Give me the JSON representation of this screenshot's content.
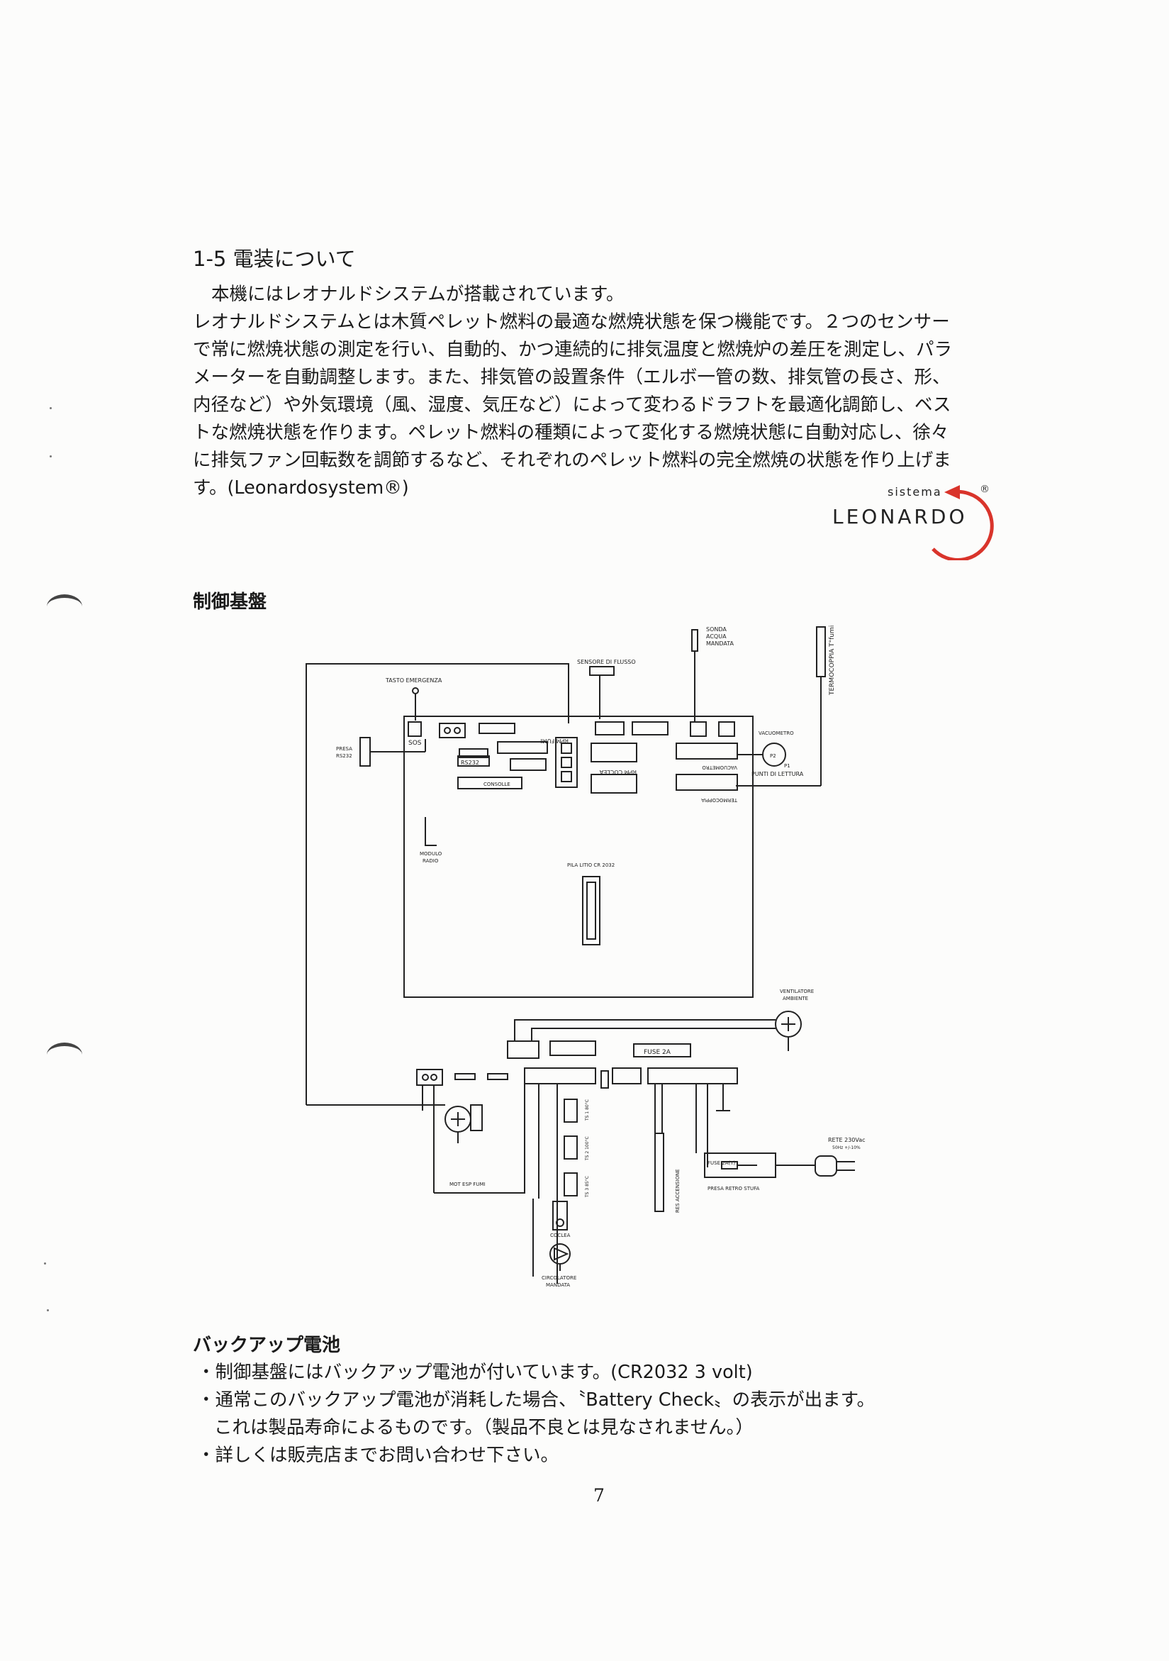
{
  "section": {
    "title": "1-5 電装について",
    "intro_lines": [
      "本機にはレオナルドシステムが搭載されています。",
      "レオナルドシステムとは木質ペレット燃料の最適な燃焼状態を保つ機能です。２つのセンサー",
      "で常に燃焼状態の測定を行い、自動的、かつ連続的に排気温度と燃焼炉の差圧を測定し、パラ",
      "メーターを自動調整します。また、排気管の設置条件（エルボ一管の数、排気管の長さ、形、",
      "内径など）や外気環境（風、湿度、気圧など）によって変わるドラフトを最適化調節し、ベス",
      "トな燃焼状態を作ります。ペレット燃料の種類によって変化する燃焼状態に自動対応し、徐々",
      "に排気ファン回転数を調節するなど、それぞれのペレット燃料の完全燃焼の状態を作り上げま",
      "す。(Leonardosystem®)"
    ]
  },
  "logo": {
    "small_text": "sistema",
    "brand_text": "LEONARDO",
    "registered_mark": "®",
    "icon": "leonardo-swirl-arrow-icon",
    "accent_color": "#d9342b"
  },
  "control_board": {
    "heading": "制御基盤",
    "labels": {
      "sonda_acqua_1": "SONDA",
      "sonda_acqua_2": "ACQUA",
      "sonda_acqua_3": "MANDATA",
      "termocoppia_tc": "TERMOCOPPIA T°fumi",
      "sensore_flusso": "SENSORE DI FLUSSO",
      "tasto_emergenza": "TASTO EMERGENZA",
      "presa_rs232_1": "PRESA",
      "presa_rs232_2": "RS232",
      "sos": "SOS",
      "rs232": "RS232",
      "rpm_fumi": "RPM FUMI",
      "rpm_coclea": "RPM COCLEA",
      "vacuometro_conn": "VACUOMETRO",
      "termocoppia_conn": "TERMOCOPPIA",
      "vacuometro": "VACUOMETRO",
      "p1": "P1",
      "p2": "P2",
      "punti_lettura": "PUNTI DI LETTURA",
      "consolle": "CONSOLLE",
      "modulo_radio_1": "MODULO",
      "modulo_radio_2": "RADIO",
      "pila": "PILA LITIO CR 2032",
      "ventilatore_1": "VENTILATORE",
      "ventilatore_2": "AMBIENTE",
      "fuse_board": "FUSE 2A",
      "mot_esp_fumi": "MOT ESP FUMI",
      "rete_1": "RETE 230Vac",
      "rete_2": "50Hz +/-10%",
      "fuse_ext": "FUSE 2A(T)",
      "presa_retro": "PRESA RETRO STUFA",
      "res_accensione": "RES ACCENSIONE",
      "coclea": "COCLEA",
      "circolatore_1": "CIRCOLATORE",
      "circolatore_2": "MANDATA",
      "ts_a": "TS 1 80°C",
      "ts_b": "TS 2 100°C",
      "ts_c": "TS 3 85°C"
    }
  },
  "battery": {
    "heading": "バックアップ電池",
    "bullets": [
      "・制御基盤にはバックアップ電池が付いています。(CR2032 3 volt)",
      "・通常このバックアップ電池が消耗した場合、〝Battery Check〟の表示が出ます。",
      "これは製品寿命によるものです。（製品不良とは見なされません。）",
      "・詳しくは販売店までお問い合わせ下さい。"
    ]
  },
  "page_number": "7"
}
